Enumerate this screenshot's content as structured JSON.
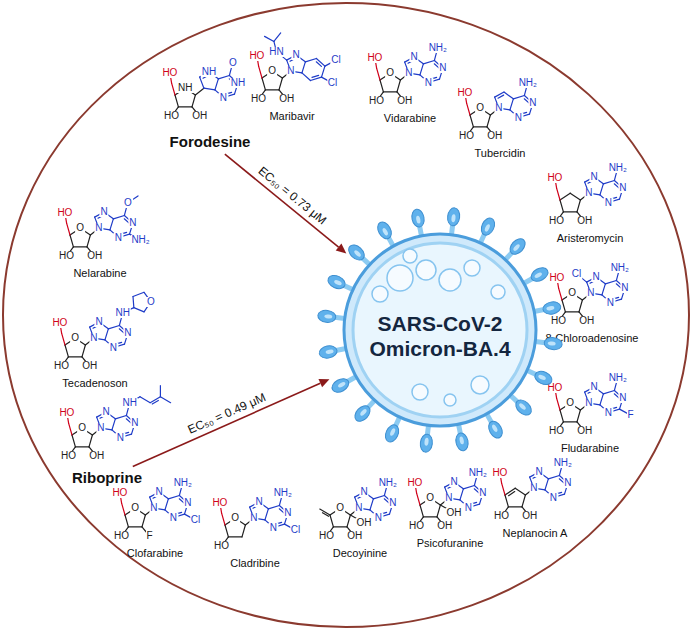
{
  "diagram": {
    "nodes": [
      {
        "text": [
          "Forodesine"
        ]
      },
      {
        "text": [
          "SARS-CoV-2 Omicron-BA.4"
        ]
      },
      {
        "text": [
          "Riboprine"
        ]
      }
    ],
    "edges": [
      {
        "from": 0,
        "to": 1,
        "arrow": "to",
        "label": "EC₅₀ = 0.73 μM"
      },
      {
        "from": 2,
        "to": 1,
        "arrow": "to",
        "label": "EC₅₀ = 0.49 μM"
      }
    ],
    "labels": [
      "HO",
      "O",
      "HO",
      "OH",
      "N",
      "N",
      "HN",
      "Cl",
      "Cl",
      "Maribavir",
      "HO",
      "O",
      "HO",
      "OH",
      "N",
      "N",
      "N",
      "N",
      "NH₂",
      "Vidarabine",
      "HO",
      "O",
      "HO",
      "OH",
      "N",
      "N",
      "N",
      "NH₂",
      "Tubercidin",
      "HO",
      "NH",
      "HO",
      "OH",
      "NH",
      "NH",
      "N",
      "O",
      "HO",
      "HO",
      "OH",
      "N",
      "N",
      "N",
      "N",
      "NH₂",
      "Aristeromycin",
      "HO",
      "O",
      "HO",
      "OH",
      "N",
      "N",
      "N",
      "N",
      "O",
      "NH₂",
      "Nelarabine",
      "HO",
      "O",
      "HO",
      "OH",
      "N",
      "N",
      "N",
      "N",
      "NH₂",
      "Cl",
      "8-Chloroadenosine",
      "HO",
      "O",
      "HO",
      "OH",
      "N",
      "N",
      "N",
      "N",
      "NH",
      "O",
      "Tecadenoson",
      "HO",
      "O",
      "HO",
      "OH",
      "N",
      "N",
      "N",
      "N",
      "NH₂",
      "F",
      "Fludarabine",
      "HO",
      "O",
      "HO",
      "OH",
      "N",
      "N",
      "N",
      "N",
      "NH",
      "HO",
      "HO",
      "OH",
      "N",
      "N",
      "N",
      "N",
      "NH₂",
      "Neplanocin A",
      "HO",
      "O",
      "HO",
      "F",
      "N",
      "N",
      "N",
      "N",
      "NH₂",
      "Cl",
      "Clofarabine",
      "HO",
      "O",
      "HO",
      "N",
      "N",
      "N",
      "N",
      "NH₂",
      "Cl",
      "Cladribine",
      "O",
      "HO",
      "OH",
      "OH",
      "N",
      "N",
      "N",
      "N",
      "NH₂",
      "Decoyinine",
      "HO",
      "O",
      "HO",
      "OH",
      "OH",
      "N",
      "N",
      "N",
      "N",
      "NH₂",
      "Psicofuranine"
    ]
  }
}
